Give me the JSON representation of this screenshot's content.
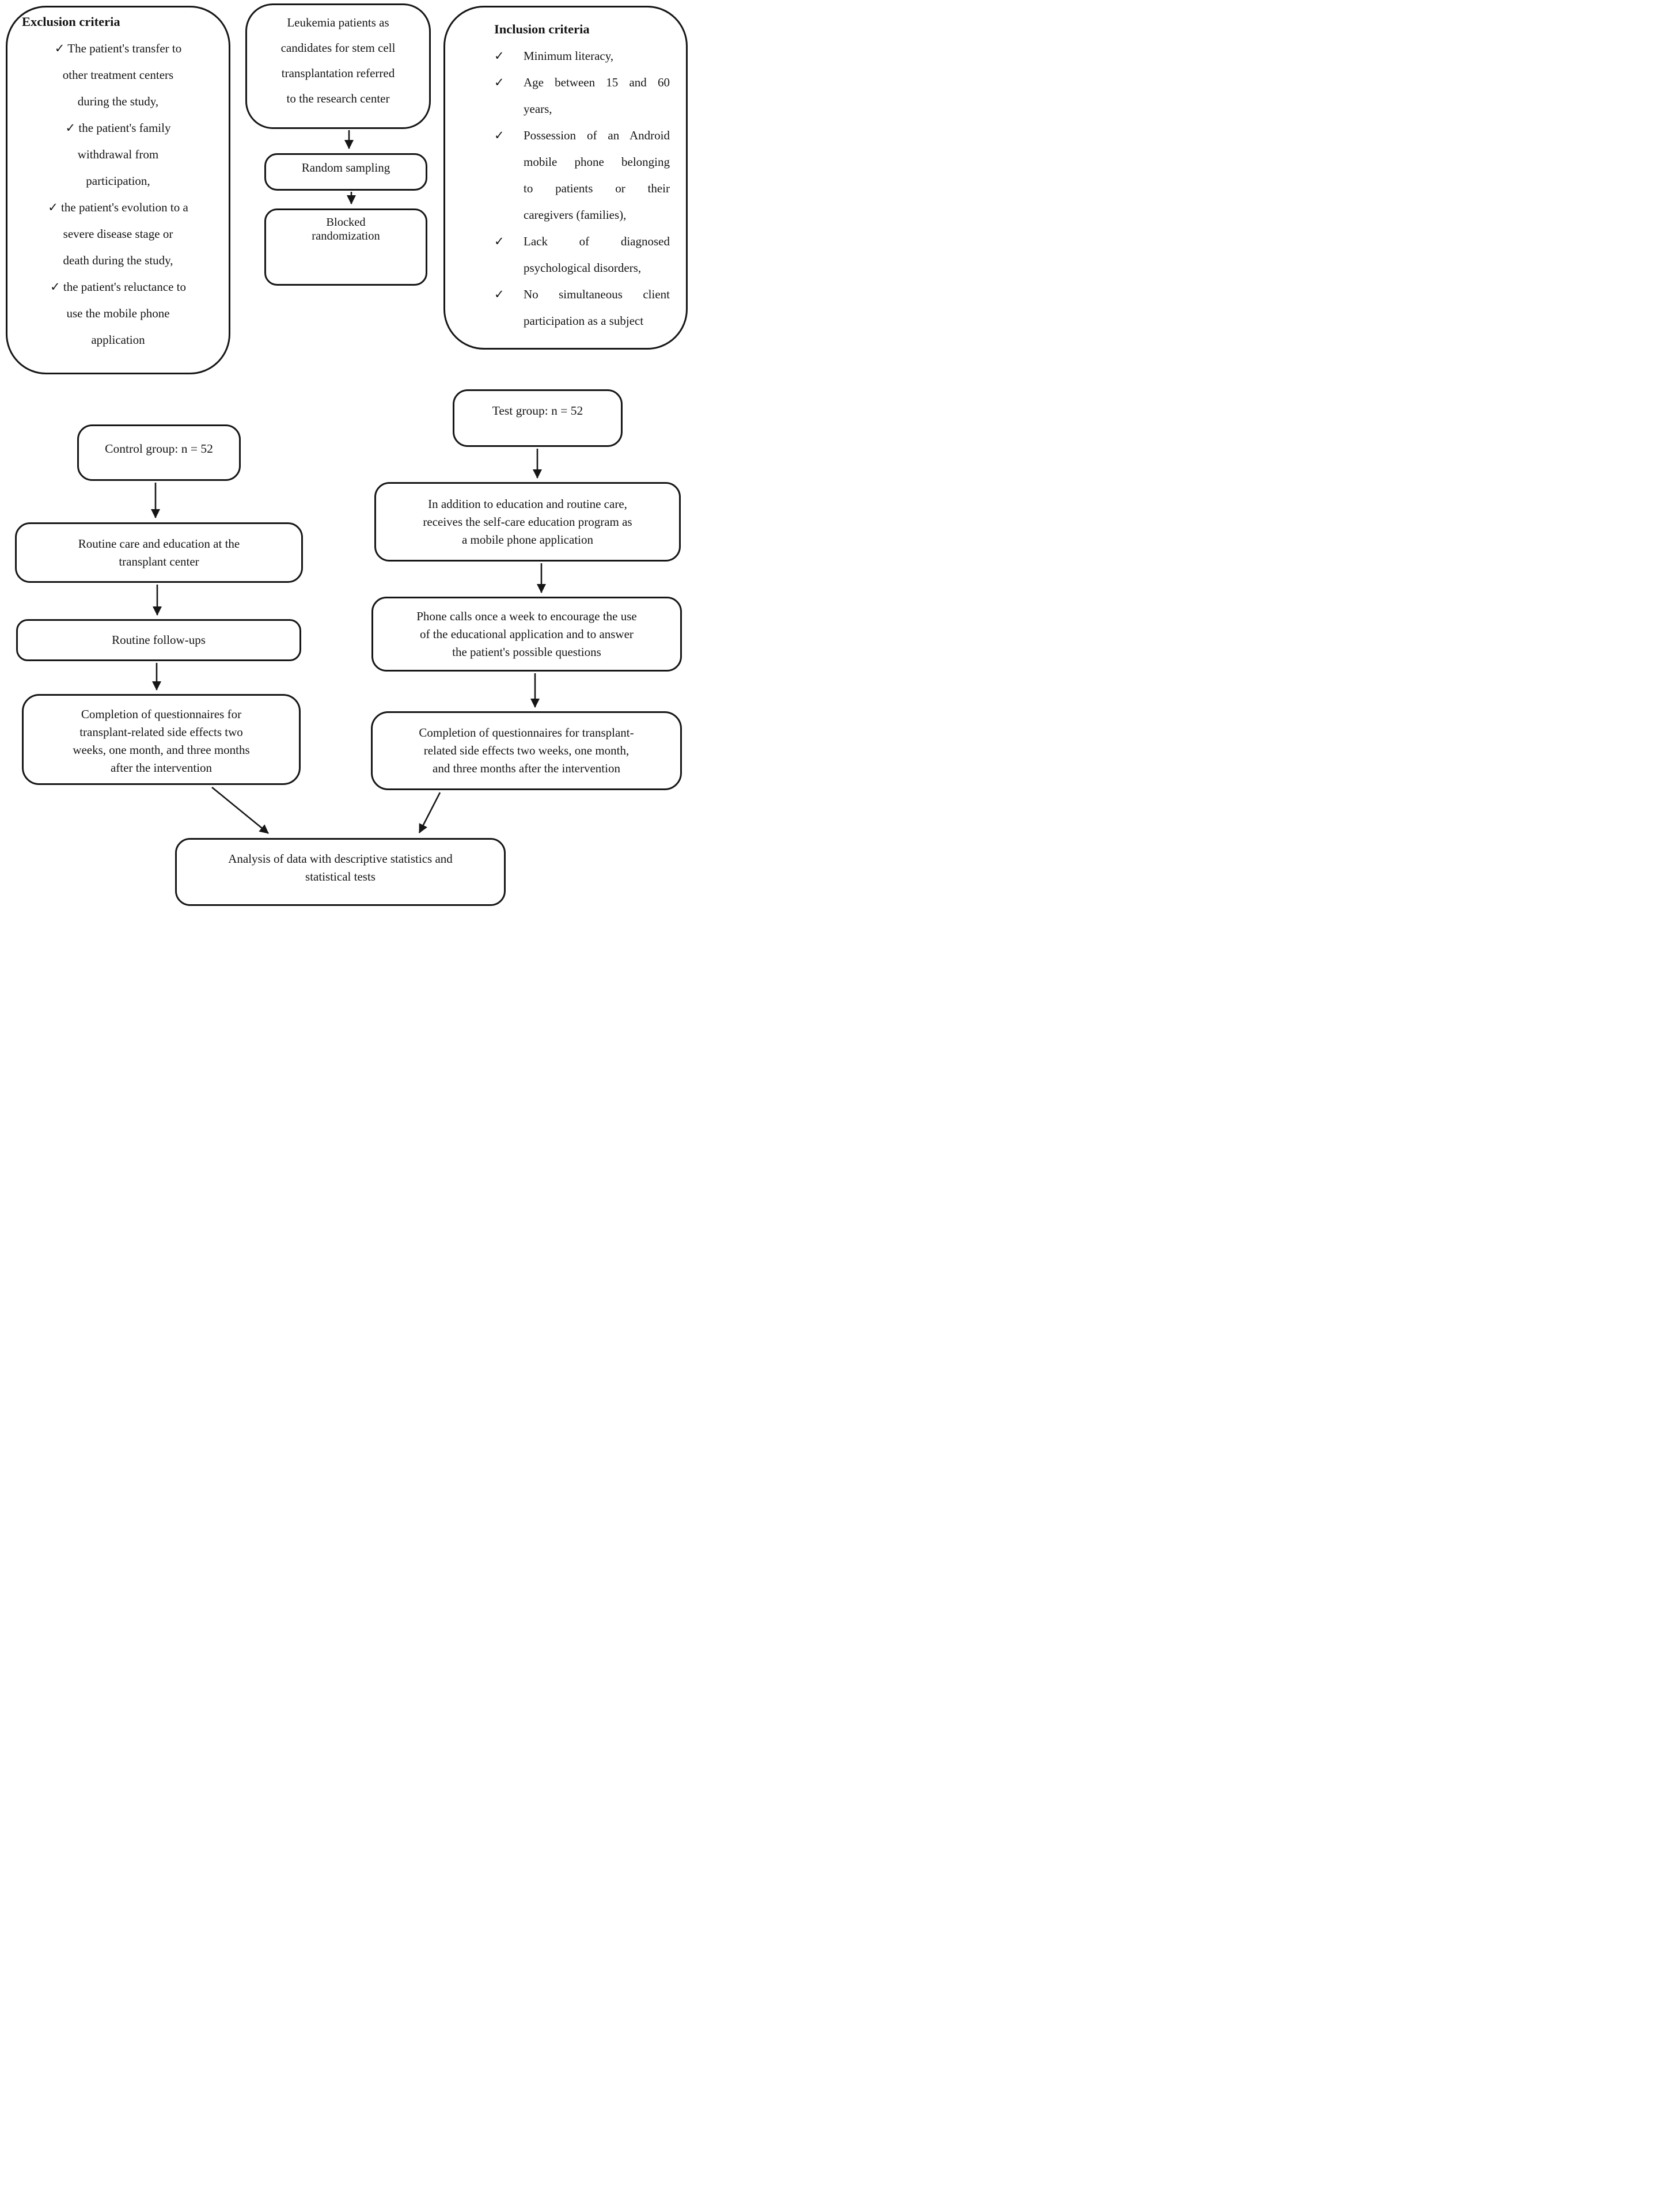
{
  "diagram": {
    "check_glyph": "✓",
    "colors": {
      "ink": "#161616",
      "background": "#ffffff"
    },
    "exclusion": {
      "title": "Exclusion criteria",
      "items": [
        {
          "first": "The patient's transfer to",
          "rest": [
            "other treatment centers",
            "during the study,"
          ]
        },
        {
          "first": "the patient's family",
          "rest": [
            "withdrawal from",
            "participation,"
          ]
        },
        {
          "first": "the patient's evolution to a",
          "rest": [
            "severe disease stage or",
            "death during the study,"
          ]
        },
        {
          "first": "the patient's reluctance to",
          "rest": [
            "use the mobile phone",
            "application"
          ]
        }
      ]
    },
    "inclusion": {
      "title": "Inclusion criteria",
      "items": [
        {
          "lines": [
            "Minimum literacy,"
          ]
        },
        {
          "lines": [
            "Age between 15 and 60",
            "years,"
          ]
        },
        {
          "lines": [
            "Possession of an Android",
            "mobile phone belonging",
            "to patients or their",
            "caregivers (families),"
          ]
        },
        {
          "lines": [
            "Lack of diagnosed",
            "psychological disorders,"
          ]
        },
        {
          "lines": [
            "No simultaneous client",
            "participation as a subject"
          ]
        }
      ]
    },
    "nodes": {
      "source": {
        "lines": [
          "Leukemia patients as",
          "candidates for stem cell",
          "transplantation referred",
          "to the research center"
        ]
      },
      "random_sampling": {
        "label": "Random sampling"
      },
      "blocked_randomization": {
        "lines": [
          "Blocked",
          "randomization"
        ]
      },
      "test_group": {
        "label": "Test group: n = 52"
      },
      "control_group": {
        "label": "Control group: n = 52"
      },
      "routine_care": {
        "lines": [
          "Routine care and education at the",
          "transplant center"
        ]
      },
      "routine_followups": {
        "label": "Routine follow-ups"
      },
      "completion_control": {
        "lines": [
          "Completion of questionnaires for",
          "transplant-related side effects two",
          "weeks, one month, and three months",
          "after the intervention"
        ]
      },
      "test_intervention": {
        "lines": [
          "In addition to education and routine care,",
          "receives the self-care education program as",
          "a mobile phone application"
        ]
      },
      "phone_calls": {
        "lines": [
          "Phone calls once a week to encourage the use",
          "of the educational application and to answer",
          "the patient's possible questions"
        ]
      },
      "completion_test": {
        "lines": [
          "Completion of questionnaires for transplant-",
          "related side effects two weeks, one month,",
          "and three months after the intervention"
        ]
      },
      "analysis": {
        "lines": [
          "Analysis of data with descriptive statistics and",
          "statistical tests"
        ]
      }
    }
  }
}
